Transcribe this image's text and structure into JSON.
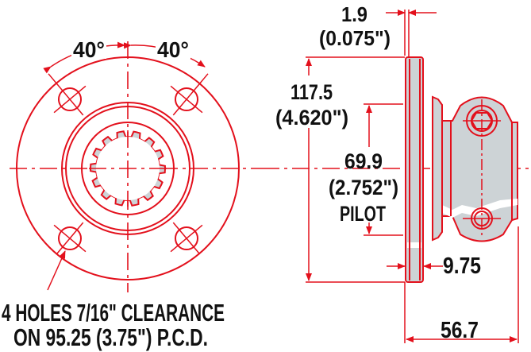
{
  "front_view": {
    "angle_left": "40°",
    "angle_right": "40°",
    "note_line1": "4 HOLES 7/16\" CLEARANCE",
    "note_line2": "ON 95.25 (3.75\") P.C.D."
  },
  "side_view": {
    "flange_thickness_mm": "1.9",
    "flange_thickness_in": "(0.075\")",
    "flange_diameter_mm": "117.5",
    "flange_diameter_in": "(4.620\")",
    "pilot_mm": "69.9",
    "pilot_in": "(2.752\")",
    "pilot_label": "PILOT",
    "flange_width": "9.75",
    "overall_length": "56.7"
  },
  "colors": {
    "line": "#e3101c",
    "fill": "#cdd3d6",
    "text": "#111111"
  }
}
